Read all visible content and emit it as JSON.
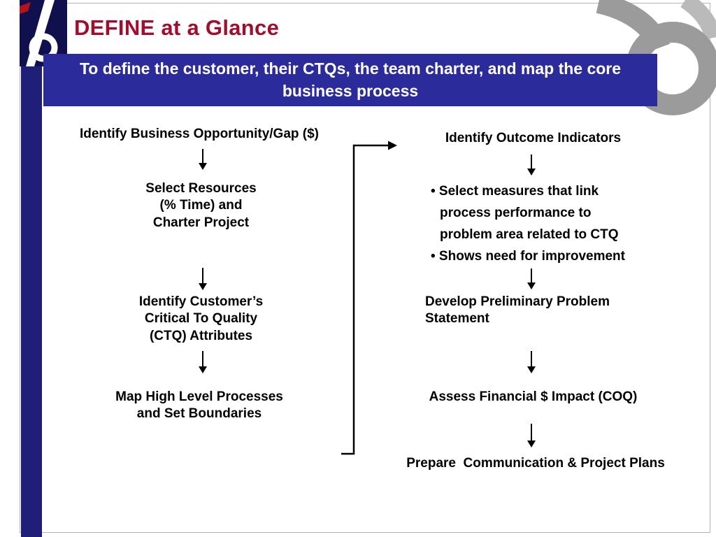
{
  "slide": {
    "title": "DEFINE at a Glance",
    "banner": "To define the customer, their CTQs, the team charter, and map the core business process"
  },
  "left_flow": {
    "steps": [
      {
        "label": "Identify Business Opportunity/Gap ($)"
      },
      {
        "label": "Select Resources\n(% Time) and\nCharter Project"
      },
      {
        "label": "Identify Customer’s\nCritical To Quality\n(CTQ) Attributes"
      },
      {
        "label": "Map High Level Processes\nand Set Boundaries"
      }
    ]
  },
  "right_flow": {
    "step1": "Identify Outcome Indicators",
    "bullets": [
      "• Select measures that link\nprocess performance to\nproblem area related to CTQ",
      "• Shows need for improvement"
    ],
    "step2": "Develop Preliminary Problem\nStatement",
    "step3": "Assess Financial $ Impact (COQ)",
    "step4": "Prepare  Communication & Project Plans"
  },
  "colors": {
    "banner_bg": "#2b2b9c",
    "sidebar_bg": "#1f1f7a",
    "logo_bg": "#10104e",
    "title_red": "#a30d2d",
    "swirl_gray": "#9b9b9b",
    "swirl_gray_light": "#bababa",
    "arrow_black": "#000000"
  }
}
